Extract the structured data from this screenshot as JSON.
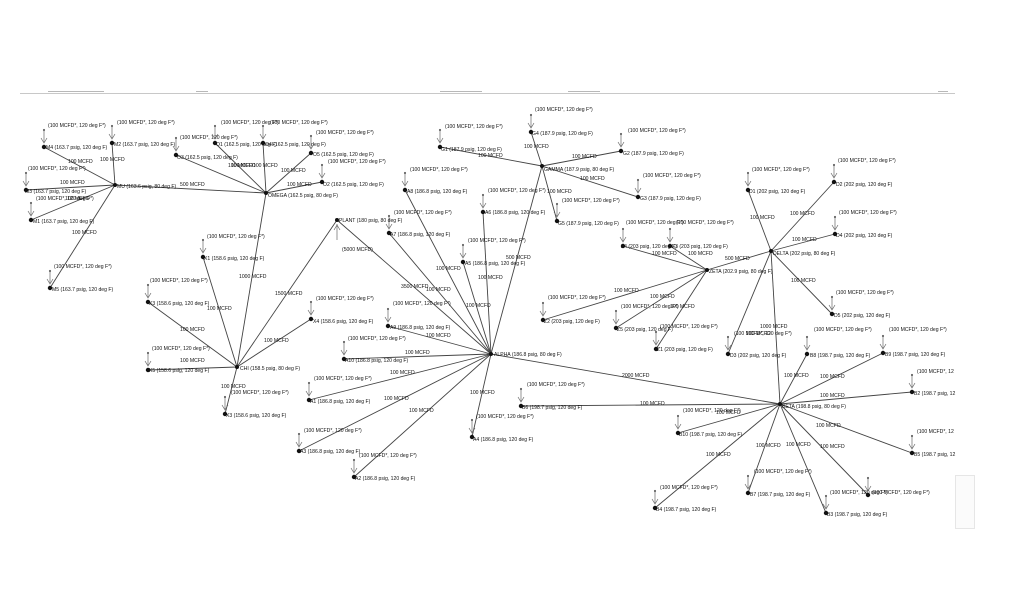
{
  "nodes": [
    {
      "id": "MU",
      "label": "MU  (163.6 psig, 80 deg F)",
      "spec": "",
      "kind": "hub"
    },
    {
      "id": "OMEGA",
      "label": "OMEGA  (162.5 psig, 80 deg F)",
      "spec": "",
      "kind": "hub"
    },
    {
      "id": "PLANT",
      "label": "PLANT  (180 psig, 80 deg F)",
      "spec": "(5000 MCFD)",
      "kind": "plant"
    },
    {
      "id": "GAMMA",
      "label": "GAMMA  (187.9 psig, 80 deg F)",
      "spec": "",
      "kind": "hub"
    },
    {
      "id": "ALPHA",
      "label": "ALPHA  (186.8 psig, 80 deg F)",
      "spec": "",
      "kind": "hub"
    },
    {
      "id": "ZETA",
      "label": "ZETA  (202.9 psig, 80 deg F)",
      "spec": "",
      "kind": "hub"
    },
    {
      "id": "DELTA",
      "label": "DELTA  (202 psig, 80 deg F)",
      "spec": "",
      "kind": "hub"
    },
    {
      "id": "CHI",
      "label": "CHI  (158.5 psig, 80 deg F)",
      "spec": "",
      "kind": "hub"
    },
    {
      "id": "BETA",
      "label": "BETA  (198.8 psig, 80 deg F)",
      "spec": "",
      "kind": "hub"
    },
    {
      "id": "M4",
      "label": "M4  (163.7 psig, 120 deg F)",
      "spec": "(100 MCFD*, 120 deg F*)",
      "kind": "sink"
    },
    {
      "id": "M2",
      "label": "M2  (163.7 psig, 120 deg F)",
      "spec": "(100 MCFD*, 120 deg F*)",
      "kind": "sink"
    },
    {
      "id": "M3",
      "label": "M3  (163.7 psig, 120 deg F)",
      "spec": "(100 MCFD*, 120 deg F*)",
      "kind": "sink"
    },
    {
      "id": "M1",
      "label": "M1  (163.7 psig, 120 deg F)",
      "spec": "(100 MCFD*, 120 deg F*)",
      "kind": "sink"
    },
    {
      "id": "M5",
      "label": "M5  (163.7 psig, 120 deg F)",
      "spec": "(100 MCFD*, 120 deg F*)",
      "kind": "sink"
    },
    {
      "id": "O3",
      "label": "O3  (162.5 psig, 120 deg F)",
      "spec": "(100 MCFD*, 120 deg F*)",
      "kind": "sink"
    },
    {
      "id": "O1",
      "label": "O1  (162.5 psig, 120 deg F)",
      "spec": "(100 MCFD*, 120 deg F*)",
      "kind": "sink"
    },
    {
      "id": "O4",
      "label": "O4  (162.5 psig, 120 deg F)",
      "spec": "(100 MCFD*, 120 deg F*)",
      "kind": "sink"
    },
    {
      "id": "O5",
      "label": "O5  (162.5 psig, 120 deg F)",
      "spec": "(100 MCFD*, 120 deg F*)",
      "kind": "sink"
    },
    {
      "id": "O2",
      "label": "O2  (162.5 psig, 120 deg F)",
      "spec": "(100 MCFD*, 120 deg F*)",
      "kind": "sink"
    },
    {
      "id": "X1",
      "label": "X1  (158.6 psig, 120 deg F)",
      "spec": "(100 MCFD*, 120 deg F*)",
      "kind": "sink"
    },
    {
      "id": "X3b",
      "label": "X3  (158.6 psig, 120 deg F)",
      "spec": "(100 MCFD*, 120 deg F*)",
      "kind": "sink"
    },
    {
      "id": "X4",
      "label": "X4  (158.6 psig, 120 deg F)",
      "spec": "(100 MCFD*, 120 deg F*)",
      "kind": "sink"
    },
    {
      "id": "X5",
      "label": "X5  (158.6 psig, 120 deg F)",
      "spec": "(100 MCFD*, 120 deg F*)",
      "kind": "sink"
    },
    {
      "id": "X3",
      "label": "X3  (158.6 psig, 120 deg F)",
      "spec": "(100 MCFD*, 120 deg F*)",
      "kind": "sink"
    },
    {
      "id": "G1",
      "label": "G1  (187.9 psig, 120 deg F)",
      "spec": "(100 MCFD*, 120 deg F*)",
      "kind": "sink"
    },
    {
      "id": "G4",
      "label": "G4  (187.9 psig, 120 deg F)",
      "spec": "(100 MCFD*, 120 deg F*)",
      "kind": "sink"
    },
    {
      "id": "G2",
      "label": "G2  (187.9 psig, 120 deg F)",
      "spec": "(100 MCFD*, 120 deg F*)",
      "kind": "sink"
    },
    {
      "id": "G3",
      "label": "G3  (187.9 psig, 120 deg F)",
      "spec": "(100 MCFD*, 120 deg F*)",
      "kind": "sink"
    },
    {
      "id": "G5",
      "label": "G5  (187.9 psig, 120 deg F)",
      "spec": "(100 MCFD*, 120 deg F*)",
      "kind": "sink"
    },
    {
      "id": "A8",
      "label": "A8  (186.8 psig, 120 deg F)",
      "spec": "(100 MCFD*, 120 deg F*)",
      "kind": "sink"
    },
    {
      "id": "A6",
      "label": "A6  (186.8 psig, 120 deg F)",
      "spec": "(100 MCFD*, 120 deg F*)",
      "kind": "sink"
    },
    {
      "id": "A7",
      "label": "A7  (186.8 psig, 120 deg F)",
      "spec": "(100 MCFD*, 120 deg F*)",
      "kind": "sink"
    },
    {
      "id": "A5",
      "label": "A5  (186.8 psig, 120 deg F)",
      "spec": "(100 MCFD*, 120 deg F*)",
      "kind": "sink"
    },
    {
      "id": "A9",
      "label": "A9  (186.8 psig, 120 deg F)",
      "spec": "(100 MCFD*, 120 deg F*)",
      "kind": "sink"
    },
    {
      "id": "A10",
      "label": "A10  (186.8 psig, 120 deg F)",
      "spec": "(100 MCFD*, 120 deg F*)",
      "kind": "sink"
    },
    {
      "id": "A1",
      "label": "A1  (186.8 psig, 120 deg F)",
      "spec": "(100 MCFD*, 120 deg F*)",
      "kind": "sink"
    },
    {
      "id": "A3",
      "label": "A3  (186.8 psig, 120 deg F)",
      "spec": "(100 MCFD*, 120 deg F*)",
      "kind": "sink"
    },
    {
      "id": "A2",
      "label": "A2  (186.8 psig, 120 deg F)",
      "spec": "(100 MCFD*, 120 deg F*)",
      "kind": "sink"
    },
    {
      "id": "A4",
      "label": "A4  (186.8 psig, 120 deg F)",
      "spec": "(100 MCFD*, 120 deg F*)",
      "kind": "sink"
    },
    {
      "id": "B6",
      "label": "B6  (198.7 psig, 120 deg F)",
      "spec": "(100 MCFD*, 120 deg F*)",
      "kind": "sink"
    },
    {
      "id": "Z4",
      "label": "Z4  (203 psig, 120 deg F)",
      "spec": "(100 MCFD*, 120 deg F*)",
      "kind": "sink"
    },
    {
      "id": "Z3",
      "label": "Z3  (203 psig, 120 deg F)",
      "spec": "(100 MCFD*, 120 deg F*)",
      "kind": "sink"
    },
    {
      "id": "Z2",
      "label": "Z2  (203 psig, 120 deg F)",
      "spec": "(100 MCFD*, 120 deg F*)",
      "kind": "sink"
    },
    {
      "id": "Z5",
      "label": "Z5  (203 psig, 120 deg F)",
      "spec": "(100 MCFD*, 120 deg F*)",
      "kind": "sink"
    },
    {
      "id": "Z1",
      "label": "Z1  (203 psig, 120 deg F)",
      "spec": "(100 MCFD*, 120 deg F*)",
      "kind": "sink"
    },
    {
      "id": "D1",
      "label": "D1  (202 psig, 120 deg F)",
      "spec": "(100 MCFD*, 120 deg F*)",
      "kind": "sink"
    },
    {
      "id": "D2",
      "label": "D2  (202 psig, 120 deg F)",
      "spec": "(100 MCFD*, 120 deg F*)",
      "kind": "sink"
    },
    {
      "id": "D4",
      "label": "D4  (202 psig, 120 deg F)",
      "spec": "(100 MCFD*, 120 deg F*)",
      "kind": "sink"
    },
    {
      "id": "D5",
      "label": "D5  (202 psig, 120 deg F)",
      "spec": "(100 MCFD*, 120 deg F*)",
      "kind": "sink"
    },
    {
      "id": "D3",
      "label": "D3  (202 psig, 120 deg F)",
      "spec": "(100 MCFD*, 120 deg F*)",
      "kind": "sink"
    },
    {
      "id": "B8",
      "label": "B8  (198.7 psig, 120 deg F)",
      "spec": "(100 MCFD*, 120 deg F*)",
      "kind": "sink"
    },
    {
      "id": "B9",
      "label": "B9  (198.7 psig, 120 deg F)",
      "spec": "(100 MCFD*, 120 deg F*)",
      "kind": "sink"
    },
    {
      "id": "B2",
      "label": "B2  (198.7 psig, 12",
      "spec": "(100 MCFD*, 12",
      "kind": "sink"
    },
    {
      "id": "B5",
      "label": "B5  (198.7 psig, 12",
      "spec": "(100 MCFD*, 12",
      "kind": "sink"
    },
    {
      "id": "B10",
      "label": "B10  (198.7 psig, 120 deg F)",
      "spec": "(100 MCFD*, 120 deg F*)",
      "kind": "sink"
    },
    {
      "id": "B7",
      "label": "B7  (198.7 psig, 120 deg F)",
      "spec": "(100 MCFD*, 120 deg F*)",
      "kind": "sink"
    },
    {
      "id": "B4",
      "label": "B4  (198.7 psig, 120 deg F)",
      "spec": "(100 MCFD*, 120 deg F*)",
      "kind": "sink"
    },
    {
      "id": "B3",
      "label": "B3  (198.7 psig, 120 deg F)",
      "spec": "(100 MCFD*, 120 deg F*)",
      "kind": "sink"
    },
    {
      "id": "B1",
      "label": "",
      "spec": "(100 MCFD*, 120 deg F*)",
      "kind": "sink"
    }
  ],
  "edges": [
    {
      "from": "M4",
      "to": "MU",
      "label": "100 MCFD"
    },
    {
      "from": "M2",
      "to": "MU",
      "label": "100 MCFD"
    },
    {
      "from": "M3",
      "to": "MU",
      "label": "100 MCFD"
    },
    {
      "from": "M1",
      "to": "MU",
      "label": "100 MCFD"
    },
    {
      "from": "M5",
      "to": "MU",
      "label": "100 MCFD"
    },
    {
      "from": "MU",
      "to": "OMEGA",
      "label": "500 MCFD"
    },
    {
      "from": "O3",
      "to": "OMEGA",
      "label": "100 MCFD"
    },
    {
      "from": "O1",
      "to": "OMEGA",
      "label": "100 MCFD"
    },
    {
      "from": "O4",
      "to": "OMEGA",
      "label": "100 MCFD"
    },
    {
      "from": "O5",
      "to": "OMEGA",
      "label": "100 MCFD"
    },
    {
      "from": "O2",
      "to": "OMEGA",
      "label": "100 MCFD"
    },
    {
      "from": "OMEGA",
      "to": "CHI",
      "label": "1000 MCFD"
    },
    {
      "from": "PLANT",
      "to": "CHI",
      "label": "1500 MCFD"
    },
    {
      "from": "PLANT",
      "to": "ALPHA",
      "label": "3500 MCFD"
    },
    {
      "from": "X1",
      "to": "CHI",
      "label": "100 MCFD"
    },
    {
      "from": "X3b",
      "to": "CHI",
      "label": "100 MCFD"
    },
    {
      "from": "X4",
      "to": "CHI",
      "label": "100 MCFD"
    },
    {
      "from": "X5",
      "to": "CHI",
      "label": "100 MCFD"
    },
    {
      "from": "X3",
      "to": "CHI",
      "label": "100 MCFD"
    },
    {
      "from": "G1",
      "to": "GAMMA",
      "label": "100 MCFD"
    },
    {
      "from": "G4",
      "to": "GAMMA",
      "label": "100 MCFD"
    },
    {
      "from": "G2",
      "to": "GAMMA",
      "label": "100 MCFD"
    },
    {
      "from": "G3",
      "to": "GAMMA",
      "label": "100 MCFD"
    },
    {
      "from": "G5",
      "to": "GAMMA",
      "label": "100 MCFD"
    },
    {
      "from": "GAMMA",
      "to": "ALPHA",
      "label": "500 MCFD"
    },
    {
      "from": "A8",
      "to": "ALPHA",
      "label": "100 MCFD"
    },
    {
      "from": "A6",
      "to": "ALPHA",
      "label": "100 MCFD"
    },
    {
      "from": "A7",
      "to": "ALPHA",
      "label": "100 MCFD"
    },
    {
      "from": "A5",
      "to": "ALPHA",
      "label": "100 MCFD"
    },
    {
      "from": "A9",
      "to": "ALPHA",
      "label": "100 MCFD"
    },
    {
      "from": "A10",
      "to": "ALPHA",
      "label": "100 MCFD"
    },
    {
      "from": "A1",
      "to": "ALPHA",
      "label": "100 MCFD"
    },
    {
      "from": "A3",
      "to": "ALPHA",
      "label": "100 MCFD"
    },
    {
      "from": "A2",
      "to": "ALPHA",
      "label": "100 MCFD"
    },
    {
      "from": "A4",
      "to": "ALPHA",
      "label": "100 MCFD"
    },
    {
      "from": "ALPHA",
      "to": "BETA",
      "label": "2000 MCFD"
    },
    {
      "from": "B6",
      "to": "BETA",
      "label": "100 MCFD"
    },
    {
      "from": "Z4",
      "to": "ZETA",
      "label": "100 MCFD"
    },
    {
      "from": "Z3",
      "to": "ZETA",
      "label": "100 MCFD"
    },
    {
      "from": "Z2",
      "to": "ZETA",
      "label": "100 MCFD"
    },
    {
      "from": "Z5",
      "to": "ZETA",
      "label": "100 MCFD"
    },
    {
      "from": "Z1",
      "to": "ZETA",
      "label": "100 MCFD"
    },
    {
      "from": "ZETA",
      "to": "DELTA",
      "label": "500 MCFD"
    },
    {
      "from": "D1",
      "to": "DELTA",
      "label": "100 MCFD"
    },
    {
      "from": "D2",
      "to": "DELTA",
      "label": "100 MCFD"
    },
    {
      "from": "D4",
      "to": "DELTA",
      "label": "100 MCFD"
    },
    {
      "from": "D5",
      "to": "DELTA",
      "label": "100 MCFD"
    },
    {
      "from": "D3",
      "to": "DELTA",
      "label": "100 MCFD"
    },
    {
      "from": "DELTA",
      "to": "BETA",
      "label": "1000 MCFD"
    },
    {
      "from": "B8",
      "to": "BETA",
      "label": "100 MCFD"
    },
    {
      "from": "B9",
      "to": "BETA",
      "label": "100 MCFD"
    },
    {
      "from": "B2",
      "to": "BETA",
      "label": "100 MCFD"
    },
    {
      "from": "B5",
      "to": "BETA",
      "label": "100 MCFD"
    },
    {
      "from": "B10",
      "to": "BETA",
      "label": "100 MCFD"
    },
    {
      "from": "B7",
      "to": "BETA",
      "label": "100 MCFD"
    },
    {
      "from": "B4",
      "to": "BETA",
      "label": "100 MCFD"
    },
    {
      "from": "B3",
      "to": "BETA",
      "label": "100 MCFD"
    },
    {
      "from": "B1",
      "to": "BETA",
      "label": "100 MCFD"
    }
  ],
  "colors": {
    "line": "#444444",
    "node": "#111111",
    "text": "#111111",
    "plant": "#666666"
  },
  "icons": {
    "sink": "sink-arrow-icon",
    "plant": "source-plant-icon"
  }
}
